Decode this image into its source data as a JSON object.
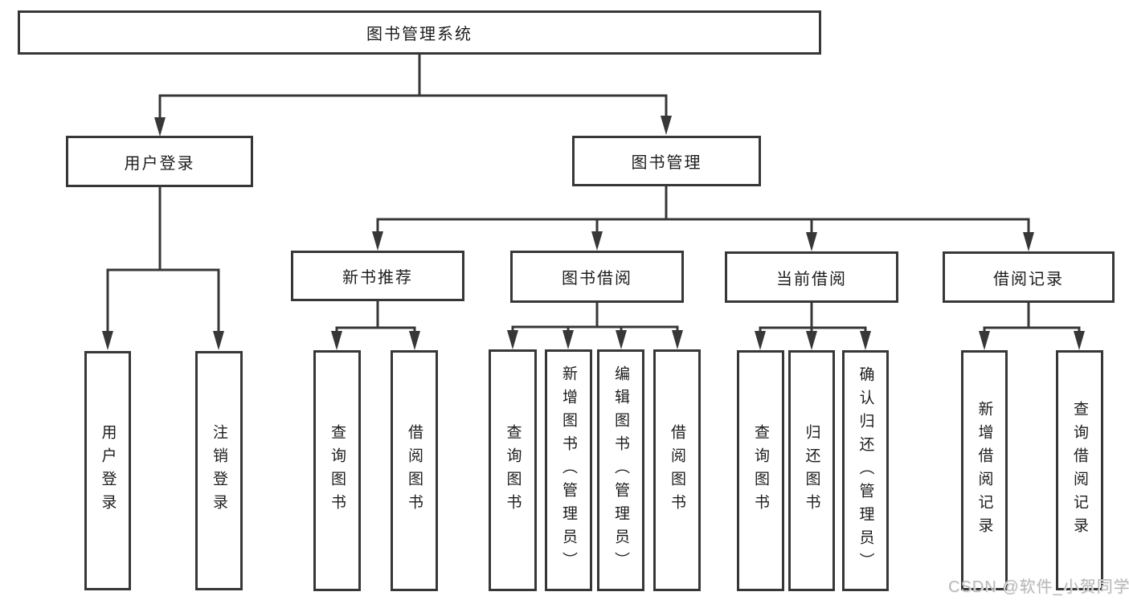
{
  "tree": {
    "root": {
      "label": "图书管理系统",
      "children": [
        {
          "label": "用户登录",
          "children": [
            {
              "label": "用户登录"
            },
            {
              "label": "注销登录"
            }
          ]
        },
        {
          "label": "图书管理",
          "children": [
            {
              "label": "新书推荐",
              "children": [
                {
                  "label": "查询图书"
                },
                {
                  "label": "借阅图书"
                }
              ]
            },
            {
              "label": "图书借阅",
              "children": [
                {
                  "label": "查询图书"
                },
                {
                  "label": "新增图书（管理员）"
                },
                {
                  "label": "编辑图书（管理员）"
                },
                {
                  "label": "借阅图书"
                }
              ]
            },
            {
              "label": "当前借阅",
              "children": [
                {
                  "label": "查询图书"
                },
                {
                  "label": "归还图书"
                },
                {
                  "label": "确认归还（管理员）"
                }
              ]
            },
            {
              "label": "借阅记录",
              "children": [
                {
                  "label": "新增借阅记录"
                },
                {
                  "label": "查询借阅记录"
                }
              ]
            }
          ]
        }
      ]
    }
  },
  "watermark": {
    "text": "CSDN @软件_小贺同学"
  },
  "colors": {
    "line": "#373737",
    "box_border": "#373737",
    "text": "#1d1d1f",
    "watermark": "#b9b9b9",
    "background": "#ffffff"
  }
}
